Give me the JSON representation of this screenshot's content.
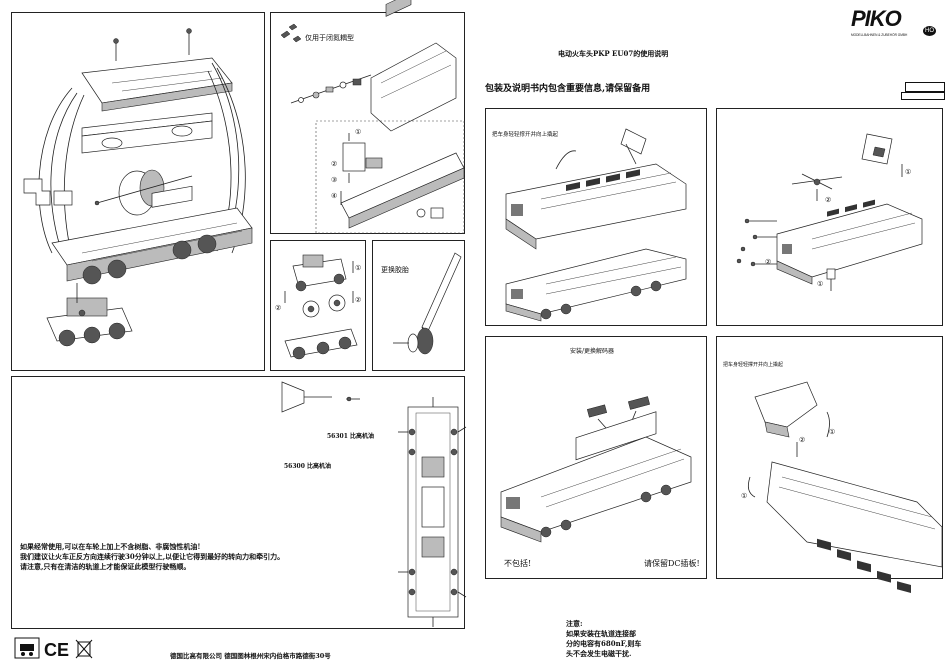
{
  "brand": {
    "logo": "PIKO",
    "badge": "HO",
    "tagline": "MODELLBAHNEN & ZUBEHÖR GMBH"
  },
  "header": {
    "title": "电动火车头PKP EU07的使用说明",
    "subtitle": "包装及说明书内包含重要信息,请保留备用"
  },
  "steps": {
    "panel1_label": "把车身轻轻撑开并向上撬起",
    "coupler_label": "仅用于闭氮耦型",
    "wheels_label": "更换胶胎",
    "decoder_label": "安装/更换解码器",
    "not_included": "不包括!",
    "keep_plug": "请保留DC插板!",
    "body_label": "把车身轻轻撑开并向上撬起"
  },
  "parts": {
    "part1": "56301 比高机油",
    "part2": "56300 比高机油"
  },
  "service_notes": [
    "如果经常使用,可以在车轮上加上不含树脂、非腐蚀性机油!",
    "我们建议让火车正反方向连续行驶30分钟以上,以便让它得到最好的转向力和牵引力。",
    "请注意,只有在清洁的轨道上才能保证此模型行驶畅顺。"
  ],
  "notice": {
    "heading": "注意:",
    "lines": [
      "如果安装在轨道连接部",
      "分的电容有680nF,则车",
      "头不会发生电磁干扰."
    ]
  },
  "footer": {
    "company": "德国比高有限公司  德国图林根州宋内伯格市路德街30号"
  },
  "markers": {
    "one": "①",
    "two": "②",
    "three": "③",
    "four": "④"
  }
}
